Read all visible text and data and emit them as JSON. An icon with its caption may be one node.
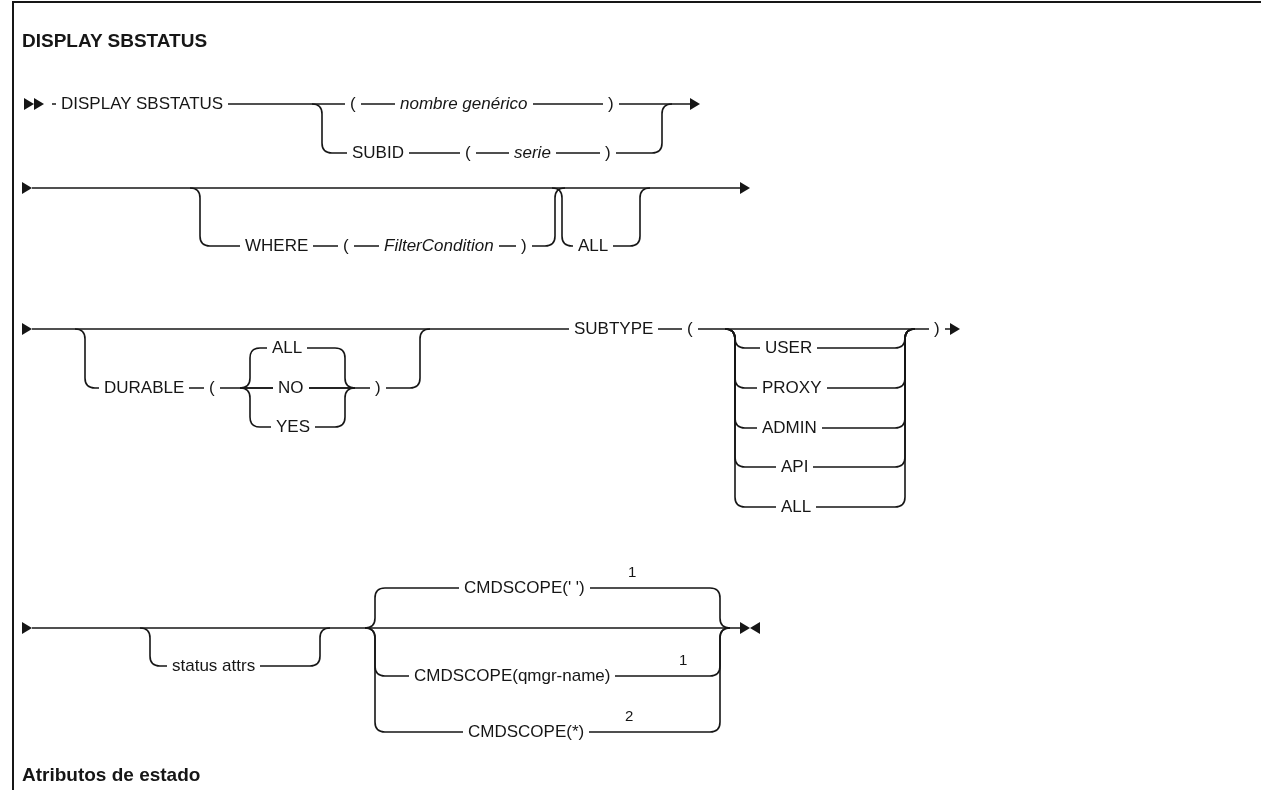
{
  "diagram": {
    "title": "DISPLAY SBSTATUS",
    "labels": [
      "DISPLAY SBSTATUS",
      "(",
      "nombre genérico",
      ")",
      "SUBID",
      "(",
      "serie",
      ")",
      "WHERE",
      "(",
      "FilterCondition",
      ")",
      "ALL",
      "DURABLE",
      "(",
      "ALL",
      "NO",
      "YES",
      ")",
      "SUBTYPE",
      "(",
      "USER",
      "PROXY",
      "ADMIN",
      "API",
      "ALL",
      ")",
      "status attrs",
      "CMDSCOPE(' ')",
      "1",
      "CMDSCOPE(qmgr-name)",
      "1",
      "CMDSCOPE(*)",
      "2",
      "Atributos de estado"
    ]
  }
}
